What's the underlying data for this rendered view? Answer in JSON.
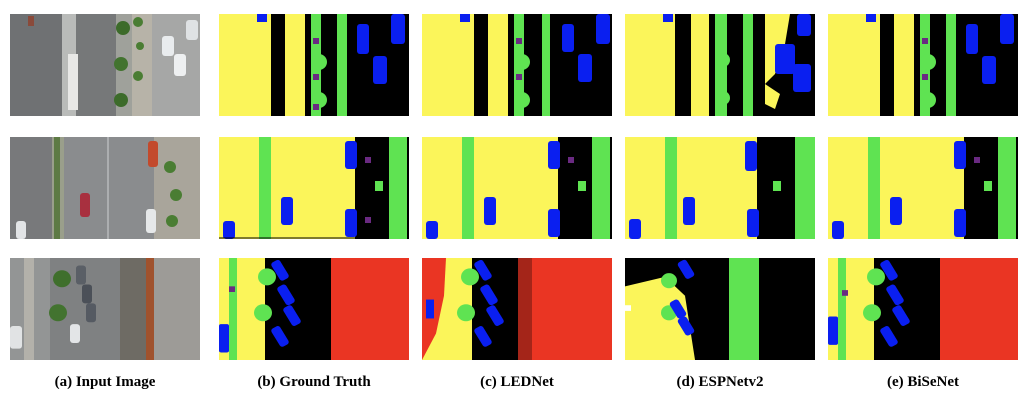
{
  "captions": {
    "input": "(a) Input Image",
    "ground_truth": "(b) Ground Truth",
    "lednet": "(c) LEDNet",
    "espnetv2": "(d) ESPNetv2",
    "bisenet": "(e) BiSeNet"
  },
  "class_colors": {
    "road": "#fbf55a",
    "vegetation": "#5fe352",
    "background": "#000000",
    "car": "#0a1ff0",
    "pole": "#6a2a82",
    "building": "#ea3523"
  }
}
